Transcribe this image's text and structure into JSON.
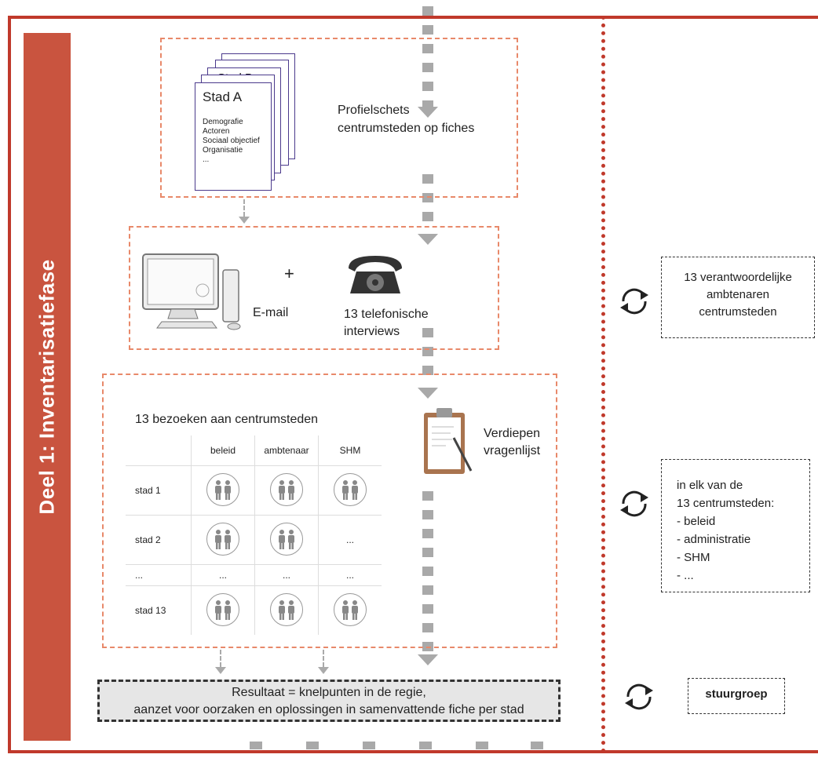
{
  "sidebar": {
    "label": "Deel 1: Inventarisatiefase"
  },
  "profile": {
    "front_title": "Stad A",
    "back_title": "Stad B",
    "lines": [
      "Demografie",
      "Actoren",
      "Sociaal objectief",
      "Organisatie",
      "..."
    ],
    "caption_1": "Profielschets",
    "caption_2": "centrumsteden op fiches"
  },
  "contact": {
    "plus": "+",
    "email": "E-mail",
    "phone_1": "13 telefonische",
    "phone_2": "interviews"
  },
  "visits": {
    "title": "13 bezoeken aan centrumsteden",
    "columns": [
      "beleid",
      "ambtenaar",
      "SHM"
    ],
    "rows": [
      {
        "label": "stad 1",
        "cells": [
          "people",
          "people",
          "people"
        ]
      },
      {
        "label": "stad 2",
        "cells": [
          "people",
          "people",
          "..."
        ]
      },
      {
        "label": "...",
        "cells": [
          "...",
          "...",
          "..."
        ]
      },
      {
        "label": "stad 13",
        "cells": [
          "people",
          "people",
          "people"
        ]
      }
    ],
    "questionnaire_1": "Verdiepen",
    "questionnaire_2": "vragenlijst"
  },
  "result": {
    "line_1": "Resultaat = knelpunten in de regie,",
    "line_2": "aanzet voor oorzaken en oplossingen in samenvattende fiche per stad"
  },
  "right": {
    "box1": [
      "13 verantwoordelijke",
      "ambtenaren",
      "centrumsteden"
    ],
    "box2": [
      "in elk van de",
      "13 centrumsteden:",
      "- beleid",
      "- administratie",
      "- SHM",
      "- ..."
    ],
    "box3": "stuurgroep"
  },
  "colors": {
    "frame": "#c0392b",
    "sidebar": "#c9543f",
    "dashed": "#e8896a",
    "arrow": "#a9a9a9"
  }
}
